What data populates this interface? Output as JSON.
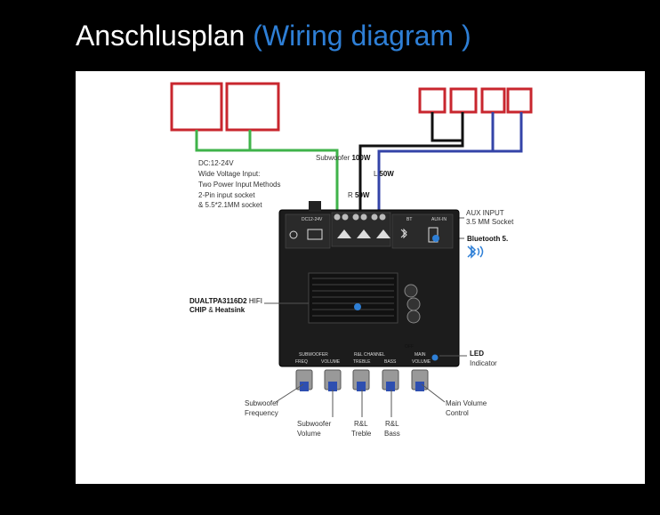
{
  "title": {
    "main": "Anschlusplan",
    "sub": "(Wiring diagram )"
  },
  "power_input": {
    "line1": "DC:12-24V",
    "line2": "Wide Voltage Input:",
    "line3": "Two Power Input Methods",
    "line4": "2-Pin input socket",
    "line5": "& 5.5*2.1MM socket"
  },
  "outputs": {
    "subwoofer_prefix": "Subwoofer ",
    "subwoofer_power": "100W",
    "left_prefix": "L ",
    "left_power": "50W",
    "right_prefix": "R ",
    "right_power": "50W"
  },
  "aux": {
    "line1": "AUX INPUT",
    "line2": "3.5 MM Socket"
  },
  "bluetooth": {
    "label": "Bluetooth 5."
  },
  "chip": {
    "line1_bold": "DUALTPA3116D2",
    "line1_rest": " HIFI",
    "line2_bold": "CHIP",
    "line2_mid": " & ",
    "line2_bold2": "Heatsink"
  },
  "led": {
    "line1": "LED",
    "line2": "Indicator"
  },
  "board_labels": {
    "dc": "DC12-24V",
    "bt": "BT",
    "aux_in": "AUX-IN",
    "subwoofer_section": "SUBWOOFER",
    "freq": "FREQ",
    "volume": "VOLUME",
    "rl_channel": "R&L CHANNEL",
    "treble": "TREBLE",
    "bass": "BASS",
    "main": "MAIN",
    "main_volume": "VOLUME",
    "off": "OFF"
  },
  "knobs": {
    "sub_freq": {
      "line1": "Subwoofer",
      "line2": "Frequency"
    },
    "sub_vol": {
      "line1": "Subwoofer",
      "line2": "Volume"
    },
    "treble": {
      "line1": "R&L",
      "line2": "Treble"
    },
    "bass": {
      "line1": "R&L",
      "line2": "Bass"
    },
    "main": {
      "line1": "Main Volume",
      "line2": "Control"
    }
  },
  "colors": {
    "green_wire": "#3fb34a",
    "black_wire": "#111111",
    "blue_wire": "#3444a8",
    "red_box": "#c8262e",
    "title_accent": "#2e7fd6"
  }
}
